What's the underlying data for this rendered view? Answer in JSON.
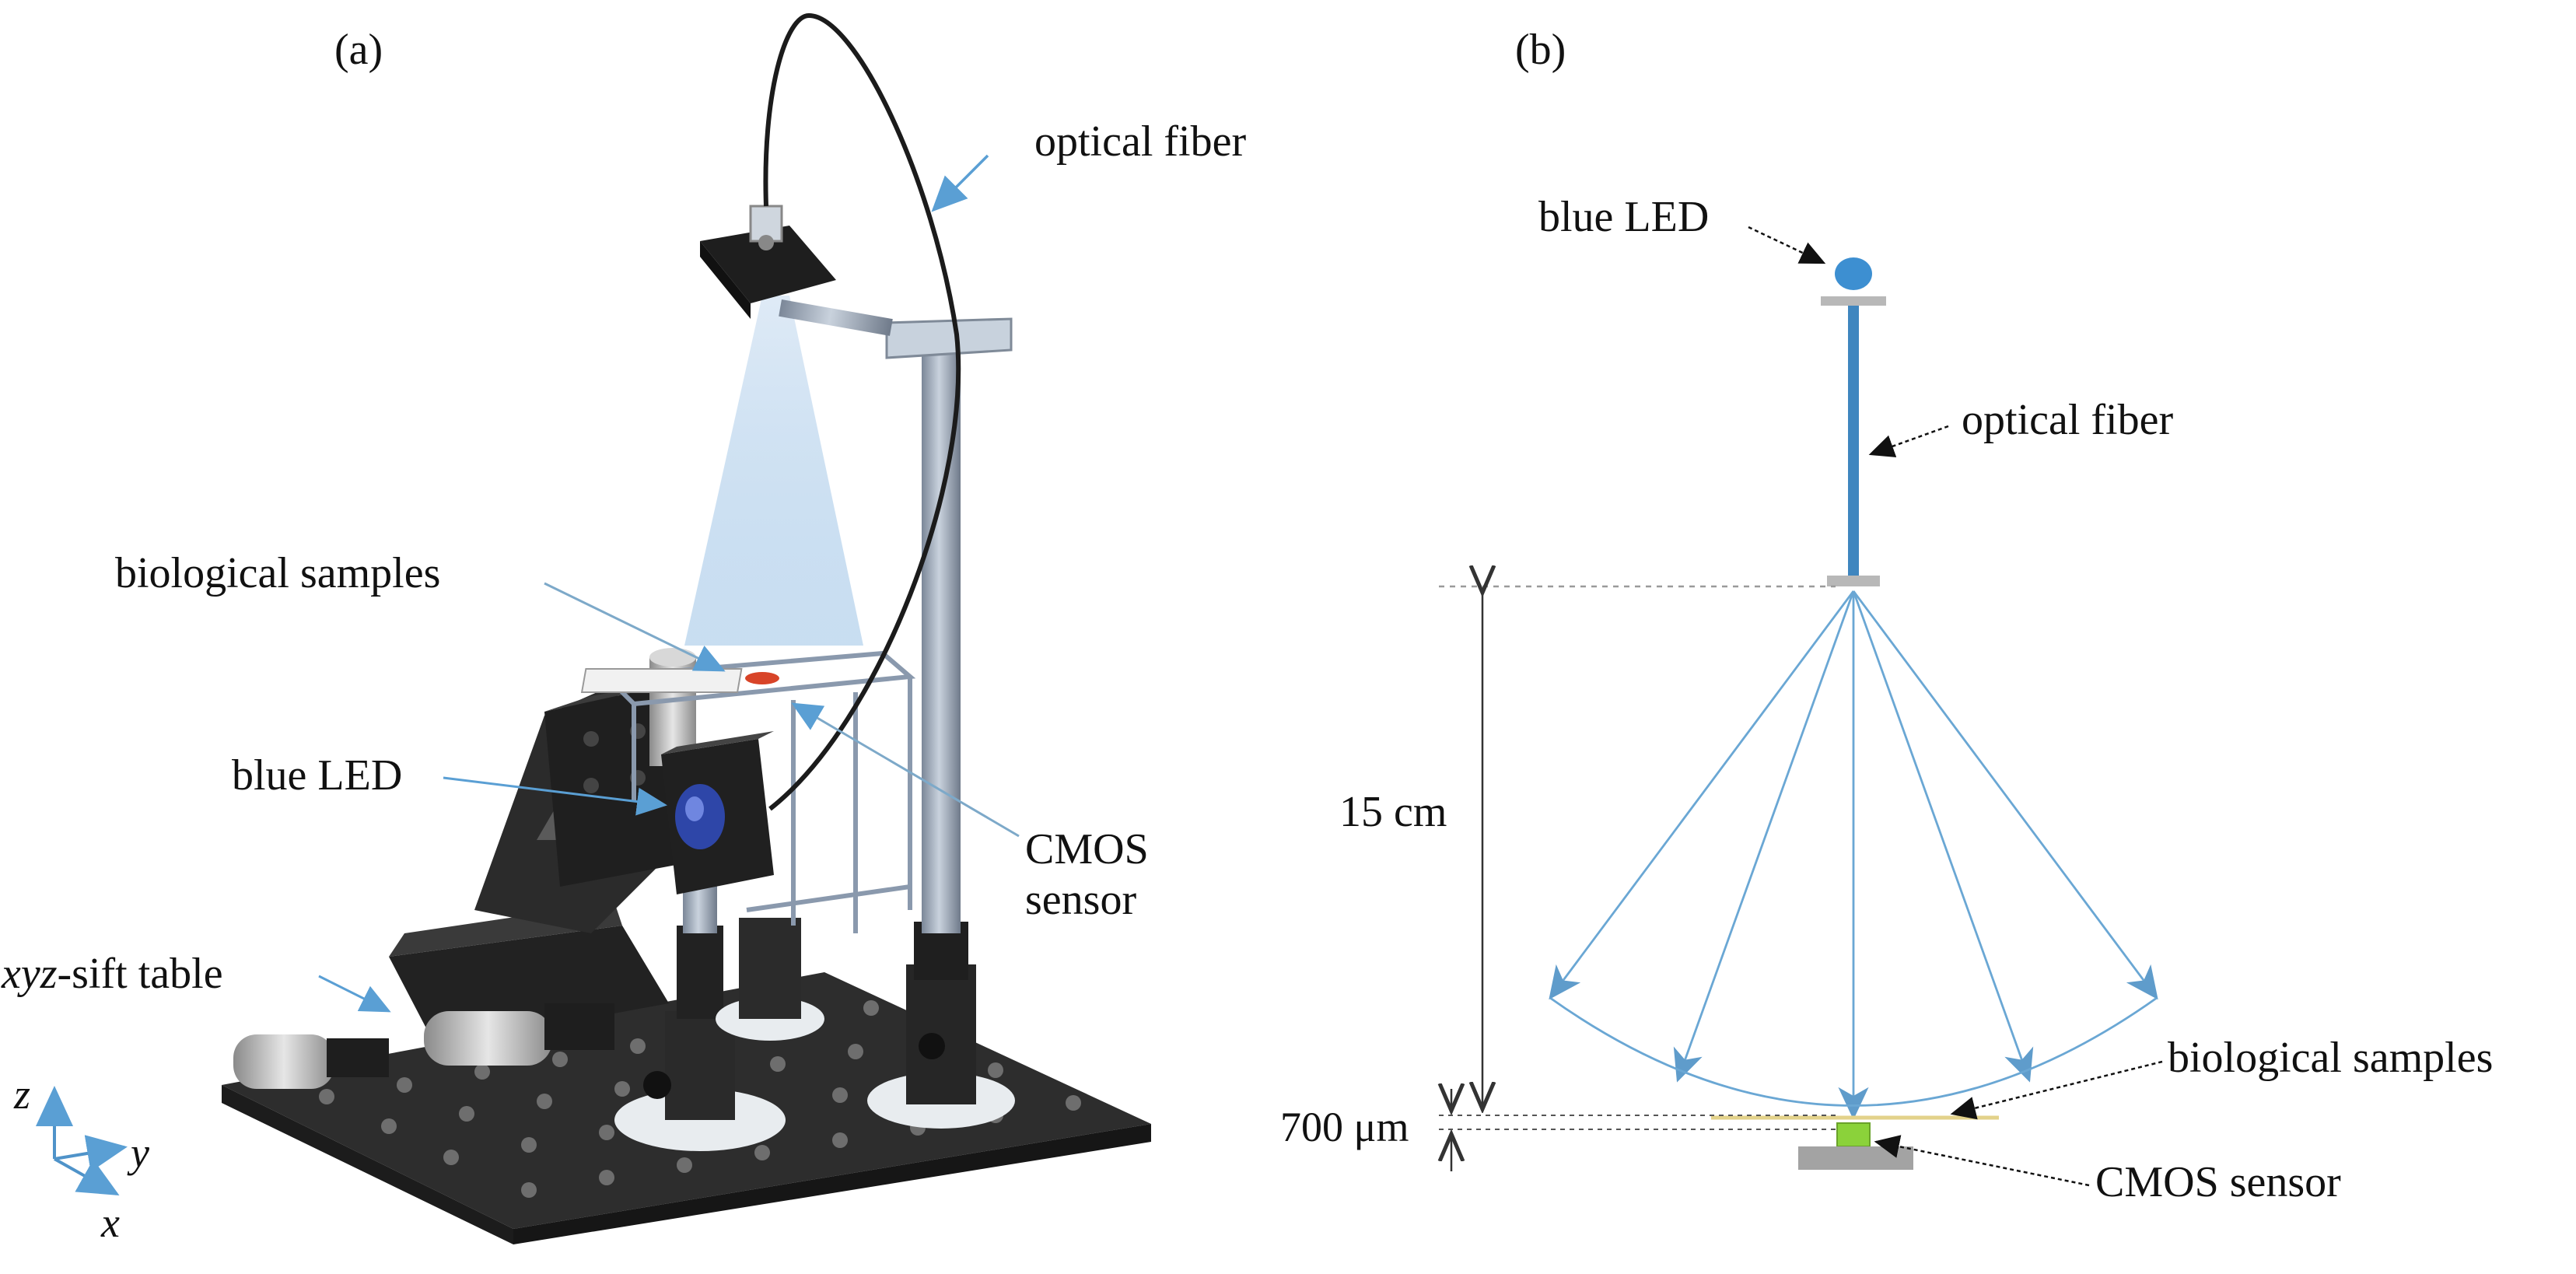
{
  "panel_a": {
    "label": "(a)",
    "optical_fiber": "optical fiber",
    "biological_samples": "biological samples",
    "blue_led": "blue LED",
    "cmos_line1": "CMOS",
    "cmos_line2": "sensor",
    "xyz_prefix": "xyz",
    "xyz_suffix": "-sift table",
    "axis_z": "z",
    "axis_y": "y",
    "axis_x": "x"
  },
  "panel_b": {
    "label": "(b)",
    "blue_led": "blue LED",
    "optical_fiber": "optical fiber",
    "distance": "15 cm",
    "gap": "700 μm",
    "biological_samples": "biological samples",
    "cmos_sensor": "CMOS sensor"
  },
  "colors": {
    "led_blue": "#3d8fd1",
    "fiber_blue": "#3f86bf",
    "ray_blue": "#6aa7d4",
    "sample_green": "#8bd23a",
    "hardware_dark": "#2a2a2a",
    "metal_grey": "#9aa6b4"
  }
}
